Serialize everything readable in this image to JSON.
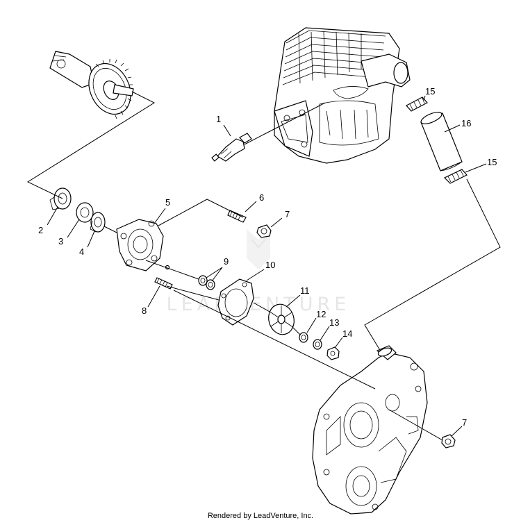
{
  "watermark": {
    "text": "LEADVENTURE",
    "color": "#e6e6e6"
  },
  "callouts": [
    "1",
    "2",
    "3",
    "4",
    "5",
    "6",
    "7",
    "8",
    "9",
    "10",
    "11",
    "12",
    "13",
    "14",
    "15",
    "16",
    "15",
    "7"
  ],
  "footer": {
    "text": "Rendered by LeadVenture, Inc."
  },
  "colors": {
    "line": "#000000",
    "background": "#ffffff"
  }
}
